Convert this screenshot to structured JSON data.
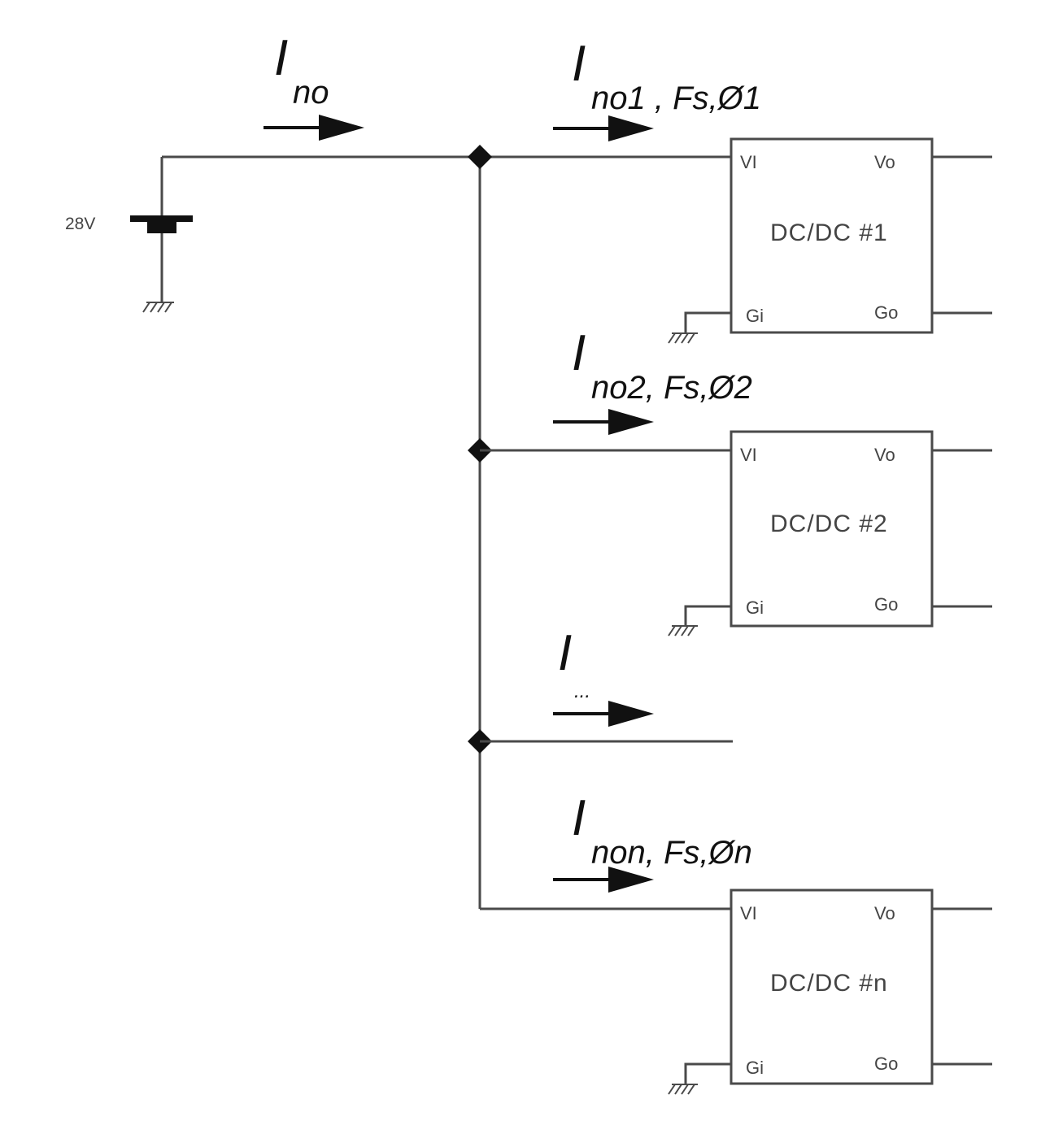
{
  "source": {
    "voltage_label": "28V"
  },
  "main_current": {
    "symbol": "I",
    "subscript": "no"
  },
  "branches": [
    {
      "symbol": "I",
      "subscript": "no1 , Fs,Ø1",
      "box_label": "DC/DC #1",
      "pins": {
        "vi": "VI",
        "vo": "Vo",
        "gi": "Gi",
        "go": "Go"
      }
    },
    {
      "symbol": "I",
      "subscript": "no2, Fs,Ø2",
      "box_label": "DC/DC #2",
      "pins": {
        "vi": "VI",
        "vo": "Vo",
        "gi": "Gi",
        "go": "Go"
      }
    },
    {
      "symbol": "I",
      "subscript": "..."
    },
    {
      "symbol": "I",
      "subscript": "non, Fs,Øn",
      "box_label": "DC/DC #n",
      "pins": {
        "vi": "VI",
        "vo": "Vo",
        "gi": "Gi",
        "go": "Go"
      }
    }
  ]
}
